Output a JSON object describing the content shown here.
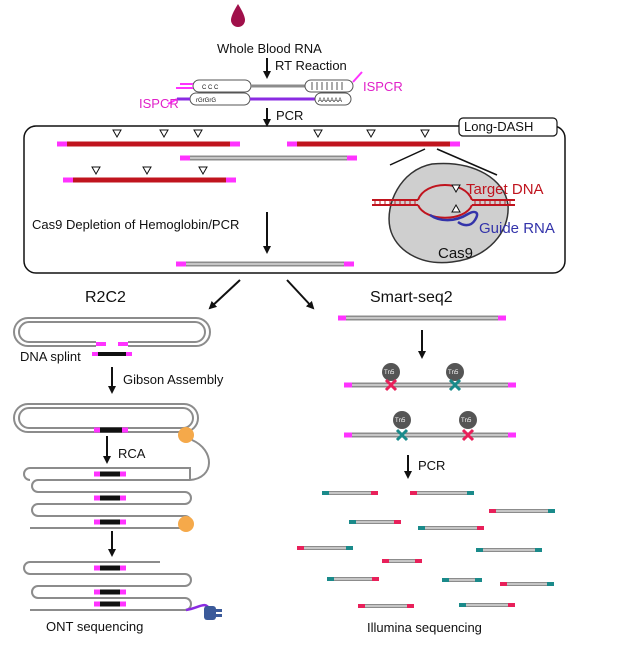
{
  "labels": {
    "whole_blood_rna": "Whole Blood RNA",
    "rt_reaction": "RT Reaction",
    "ispcr_right": "ISPCR",
    "ispcr_left": "ISPCR",
    "ccc": "C C C",
    "grgrg": "rGrGrG",
    "polya": "AAAAAA",
    "pcr_top": "PCR",
    "long_dash": "Long-DASH",
    "target_dna": "Target DNA",
    "guide_rna": "Guide RNA",
    "cas9": "Cas9",
    "cas9_depletion": "Cas9 Depletion of Hemoglobin/PCR",
    "r2c2": "R2C2",
    "smart_seq2": "Smart-seq2",
    "dna_splint": "DNA splint",
    "gibson_assembly": "Gibson Assembly",
    "rca": "RCA",
    "ont_sequencing": "ONT sequencing",
    "pcr_right": "PCR",
    "illumina_sequencing": "Illumina sequencing",
    "tn5": "Tn5"
  },
  "colors": {
    "magenta": "#ff33ff",
    "red": "#c0141e",
    "gray": "#8c8c8c",
    "dark": "#2e2e2e",
    "purple": "#8a2be2",
    "guide_blue": "#3333aa",
    "cas9_fill": "#cfcfcf",
    "teal": "#1a8a8a",
    "pink": "#e8205a",
    "orange": "#f5a94a",
    "drop": "#a0104a",
    "ispcr_text": "#e020c8",
    "ont_pore": "#3b5a9a"
  }
}
